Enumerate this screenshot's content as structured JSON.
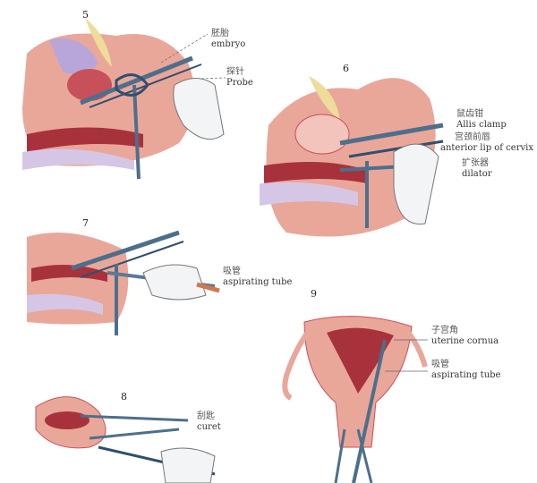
{
  "figures": [
    {
      "number": "5",
      "labels": [
        {
          "zh": "胚胎",
          "en": "embryo"
        },
        {
          "zh": "探针",
          "en": "Probe"
        }
      ]
    },
    {
      "number": "6",
      "labels": [
        {
          "zh": "鼠齿钳",
          "en": "Allis clamp"
        },
        {
          "zh": "宫颈前唇",
          "en": "anterior lip of cervix"
        },
        {
          "zh": "扩张器",
          "en": "dilator"
        }
      ]
    },
    {
      "number": "7",
      "labels": [
        {
          "zh": "吸管",
          "en": "aspirating tube"
        }
      ]
    },
    {
      "number": "8",
      "labels": [
        {
          "zh": "刮匙",
          "en": "curet"
        }
      ]
    },
    {
      "number": "9",
      "labels": [
        {
          "zh": "子宫角",
          "en": "uterine cornua"
        },
        {
          "zh": "吸管",
          "en": "aspirating tube"
        }
      ]
    }
  ],
  "colors": {
    "tissue": "#e9a79a",
    "tissue_dark": "#c8505a",
    "instrument": "#4d6f8c",
    "glove": "#f2f4f6",
    "bladder": "#eedc9a"
  }
}
